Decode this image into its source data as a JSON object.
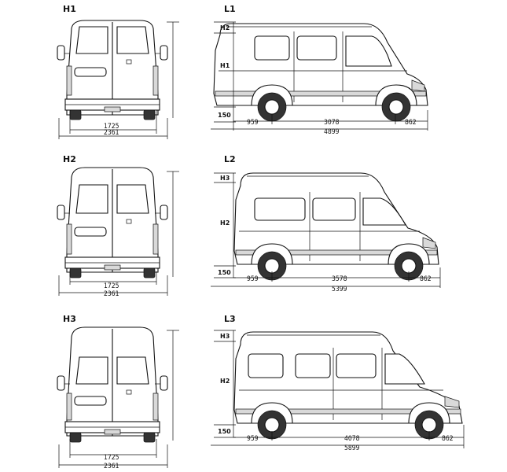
{
  "rows": [
    {
      "height_code": "H1",
      "length_code": "L1",
      "roof_label": "H2",
      "body_label": "H1",
      "ground_label": "150",
      "rear_track": "1725",
      "rear_width": "2361",
      "front_overhang": "959",
      "wheelbase": "3078",
      "rear_overhang": "862",
      "overall_length": "4899"
    },
    {
      "height_code": "H2",
      "length_code": "L2",
      "roof_label": "H3",
      "body_label": "H2",
      "ground_label": "150",
      "rear_track": "1725",
      "rear_width": "2361",
      "front_overhang": "959",
      "wheelbase": "3578",
      "rear_overhang": "862",
      "overall_length": "5399"
    },
    {
      "height_code": "H3",
      "length_code": "L3",
      "roof_label": "H3",
      "body_label": "H2",
      "ground_label": "150",
      "rear_track": "1725",
      "rear_width": "2361",
      "front_overhang": "959",
      "wheelbase": "4078",
      "rear_overhang": "862",
      "overall_length": "5899"
    }
  ]
}
